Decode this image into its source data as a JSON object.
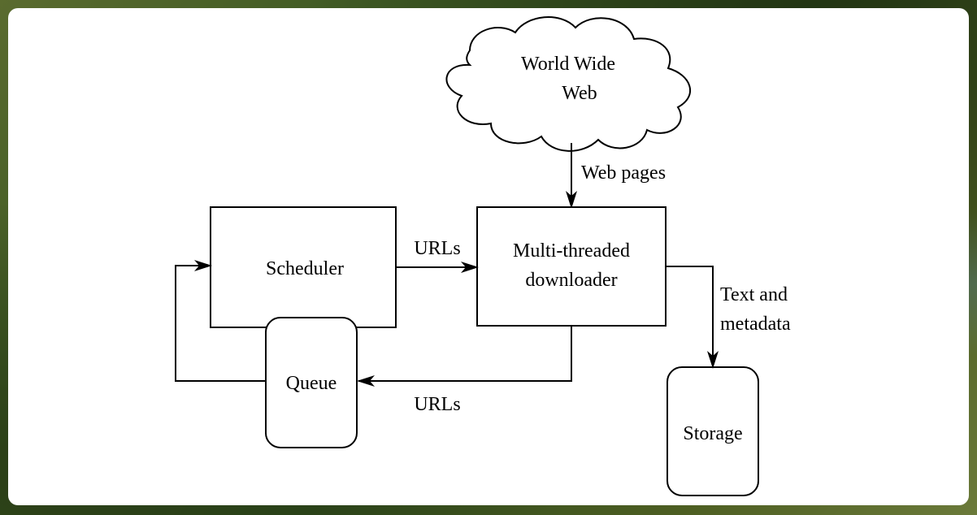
{
  "diagram": {
    "nodes": {
      "web": {
        "line1": "World Wide",
        "line2": "Web"
      },
      "scheduler": {
        "label": "Scheduler"
      },
      "downloader": {
        "line1": "Multi-threaded",
        "line2": "downloader"
      },
      "queue": {
        "label": "Queue"
      },
      "storage": {
        "label": "Storage"
      }
    },
    "edges": {
      "web_pages": "Web pages",
      "urls_top": "URLs",
      "urls_bottom": "URLs",
      "text_metadata_line1": "Text and",
      "text_metadata_line2": "metadata"
    }
  }
}
